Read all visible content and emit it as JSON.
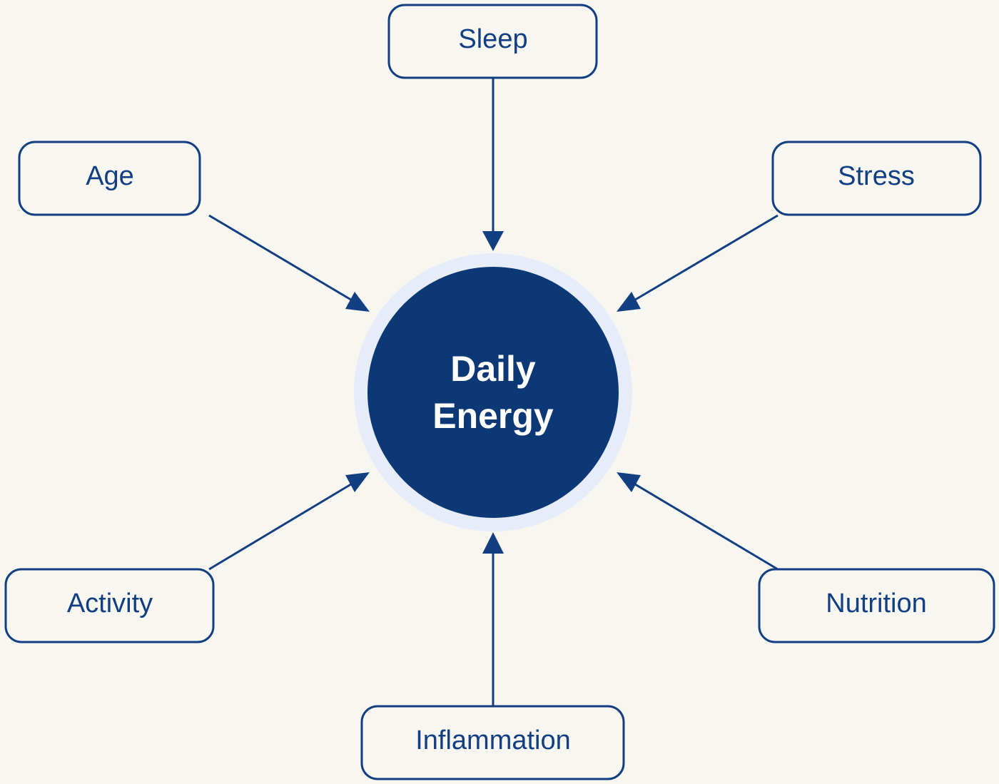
{
  "center": {
    "line1": "Daily",
    "line2": "Energy"
  },
  "nodes": {
    "sleep": "Sleep",
    "age": "Age",
    "stress": "Stress",
    "activity": "Activity",
    "nutrition": "Nutrition",
    "inflammation": "Inflammation"
  },
  "colors": {
    "primary": "#123f82",
    "center_fill": "#0c3876",
    "halo": "#e6edf8",
    "background": "#f8f6f1"
  }
}
